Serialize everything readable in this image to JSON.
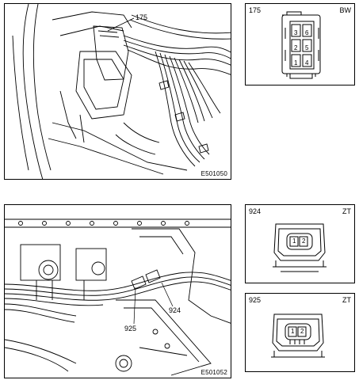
{
  "top_photo": {
    "callout": "175",
    "ref": "E501050"
  },
  "bottom_photo": {
    "callout_a": "924",
    "callout_b": "925",
    "ref": "E501052"
  },
  "connector_175": {
    "id": "175",
    "color": "BW",
    "pins": [
      "3",
      "6",
      "2",
      "5",
      "1",
      "4"
    ]
  },
  "connector_924": {
    "id": "924",
    "color": "ZT",
    "pins": [
      "1",
      "2"
    ]
  },
  "connector_925": {
    "id": "925",
    "color": "ZT",
    "pins": [
      "1",
      "2"
    ]
  }
}
